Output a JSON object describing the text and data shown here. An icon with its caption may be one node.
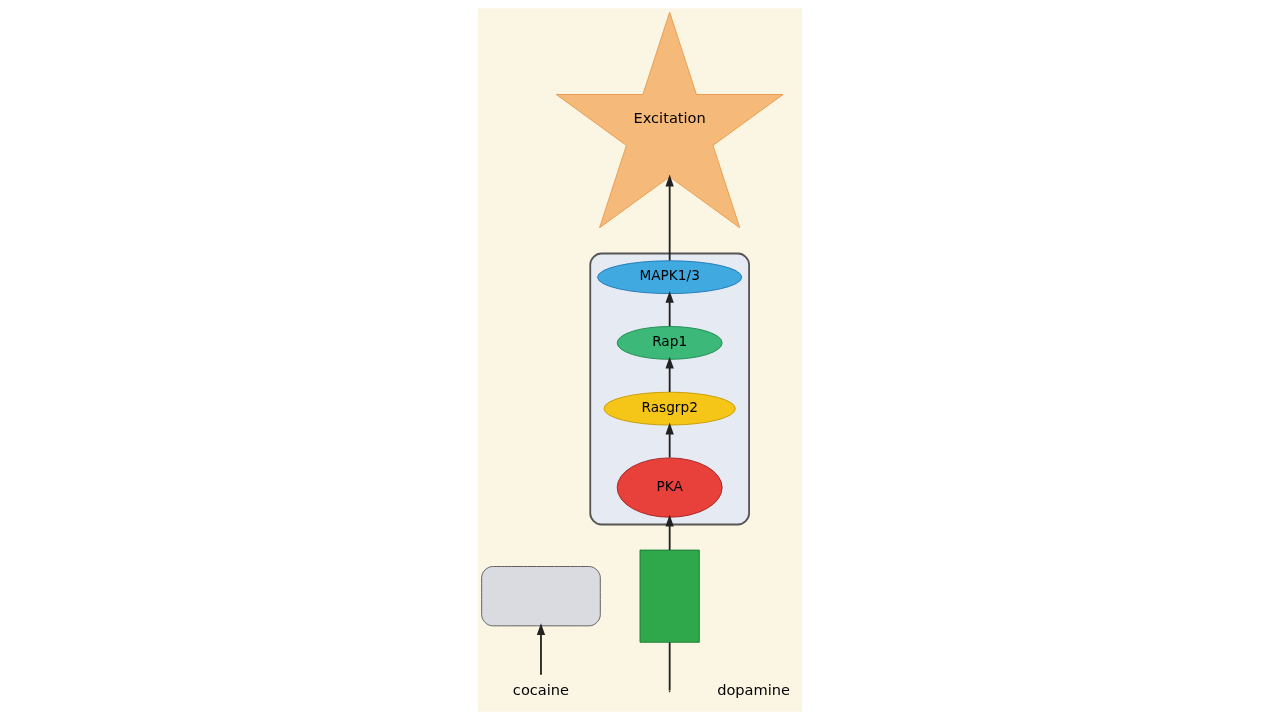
{
  "diagram": {
    "nodes": [
      {
        "text": [
          "cocaine"
        ]
      },
      {
        "text": [],
        "shape": "box"
      },
      {
        "text": [
          "Excitation"
        ]
      },
      {
        "text": [],
        "shape": "box"
      },
      {
        "text": [
          "MAPK1/3"
        ],
        "in": 3
      },
      {
        "text": [
          "Rap1"
        ],
        "in": 3
      },
      {
        "text": [
          "Rasgrp2"
        ],
        "in": 3
      },
      {
        "text": [
          "PKA"
        ],
        "in": 3
      },
      {
        "text": [],
        "shape": "box"
      }
    ],
    "edges": [
      {
        "from": 0,
        "to": 1,
        "arrow": "to"
      },
      {
        "from": 4,
        "to": 2,
        "arrow": "to"
      },
      {
        "from": 5,
        "to": 4,
        "arrow": "to"
      },
      {
        "from": 6,
        "to": 5,
        "arrow": "to"
      },
      {
        "from": 7,
        "to": 6,
        "arrow": "to"
      },
      {
        "from": 8,
        "to": 7,
        "arrow": "to"
      },
      {
        "from": null,
        "to": 8,
        "arrow": "none"
      }
    ],
    "labels": [
      "dopamine"
    ]
  }
}
